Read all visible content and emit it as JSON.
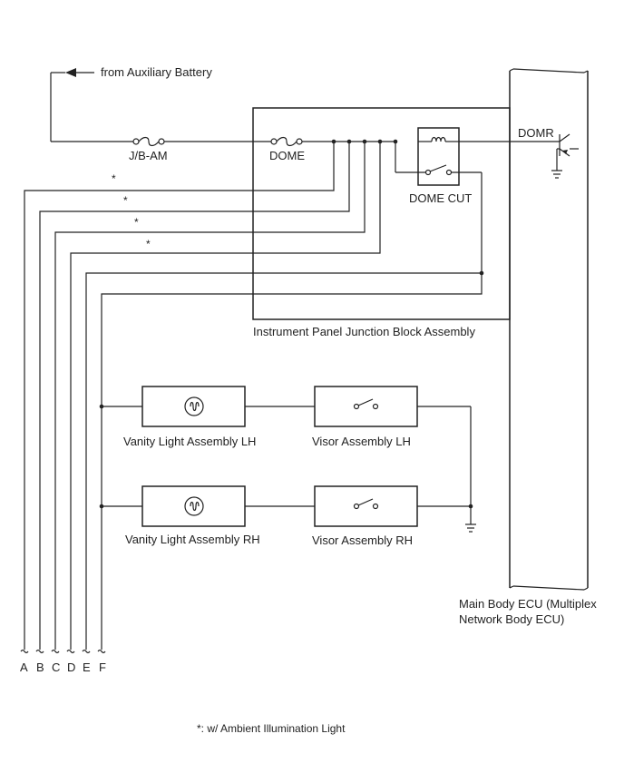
{
  "labels": {
    "source": "from Auxiliary Battery",
    "fuse_jb_am": "J/B-AM",
    "fuse_dome": "DOME",
    "relay_dome_cut": "DOME CUT",
    "ecu_output": "DOMR",
    "junction_block": "Instrument Panel Junction Block Assembly",
    "ecu_line1": "Main Body ECU (Multiplex",
    "ecu_line2": "Network Body ECU)",
    "vanity_lh": "Vanity Light Assembly LH",
    "visor_lh": "Visor Assembly LH",
    "vanity_rh": "Vanity Light Assembly RH",
    "visor_rh": "Visor Assembly RH",
    "footnote": "*: w/ Ambient Illumination Light",
    "asterisk": "*"
  },
  "connectors": [
    "A",
    "B",
    "C",
    "D",
    "E",
    "F"
  ]
}
